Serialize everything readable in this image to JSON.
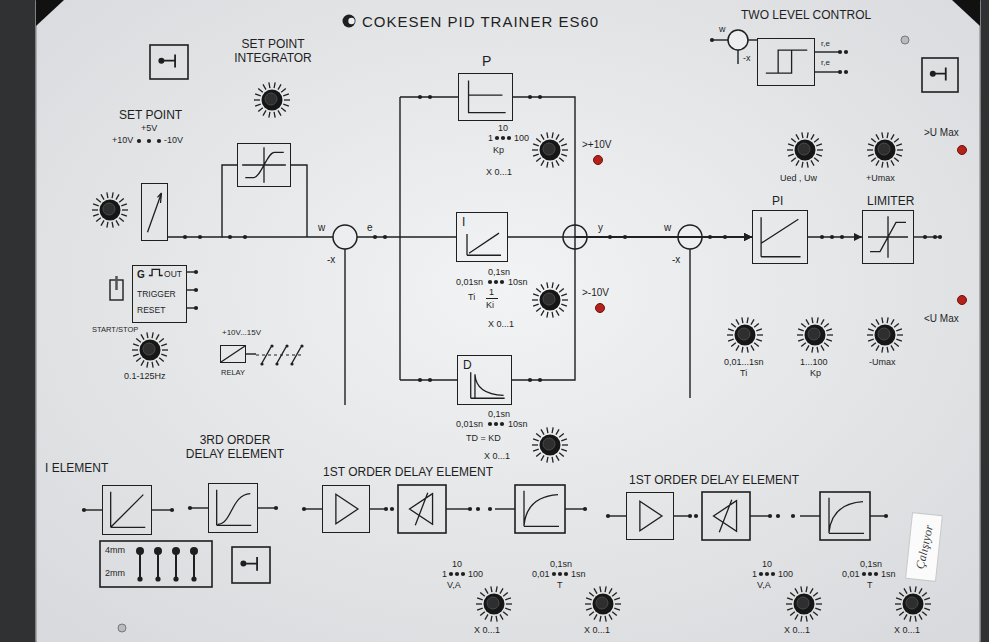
{
  "diagram": {
    "title": "COKESEN PID TRAINER ES60",
    "nodes": [
      {
        "text": [
          "SET POINT INTEGRATOR"
        ]
      },
      {
        "text": [
          "P"
        ]
      },
      {
        "text": [
          "TWO LEVEL CONTROL"
        ]
      },
      {
        "text": [
          "SET POINT"
        ]
      },
      {
        "text": [
          "I"
        ]
      },
      {
        "text": [
          "PI"
        ]
      },
      {
        "text": [
          "LIMITER"
        ]
      },
      {
        "text": [
          "G",
          "OUT",
          "TRIGGER",
          "RESET"
        ]
      },
      {
        "text": [
          "RELAY"
        ]
      },
      {
        "text": [
          "D"
        ]
      },
      {
        "text": [
          "I ELEMENT"
        ]
      },
      {
        "text": [
          "3RD ORDER DELAY ELEMENT"
        ]
      },
      {
        "text": [
          "1ST ORDER DELAY ELEMENT"
        ]
      },
      {
        "text": [
          "1ST ORDER DELAY ELEMENT"
        ]
      }
    ],
    "edges": [
      {
        "from": 3,
        "to": 0,
        "arrow": "none"
      },
      {
        "from": 1,
        "to": 5,
        "arrow": "to"
      },
      {
        "from": 4,
        "to": 5,
        "arrow": "to"
      },
      {
        "from": 9,
        "to": 5,
        "arrow": "to"
      },
      {
        "from": 5,
        "to": 6,
        "arrow": "to"
      }
    ],
    "labels": [
      "+5V",
      "+10V",
      "-10V",
      "10",
      "1",
      "100",
      "Kp",
      "X 0...1",
      ">+10V",
      "w",
      "-x",
      "e",
      "0,1sn",
      "0,01sn",
      "10sn",
      "Ti",
      "1",
      "Ki",
      "X 0...1",
      ">-10V",
      "y",
      "w",
      "-x",
      "w",
      "-x",
      "r,e",
      "r,e",
      "Ued , Uw",
      "+Umax",
      ">U Max",
      "0.1-125Hz",
      "START/STOP",
      "+10V...15V",
      "0,1sn",
      "0,01sn",
      "10sn",
      "TD = KD",
      "X 0...1",
      "<U Max",
      "0,01...1sn",
      "Ti",
      "1...100",
      "Kp",
      "-Umax",
      "4mm",
      "2mm",
      "10",
      "1",
      "100",
      "V,A",
      "X 0...1",
      "0,1sn",
      "0,01",
      "1sn",
      "T",
      "X 0...1",
      "10",
      "1",
      "100",
      "V,A",
      "X 0...1",
      "0,1sn",
      "0,01",
      "1sn",
      "T",
      "X 0...1",
      "Çalışıyor"
    ]
  }
}
